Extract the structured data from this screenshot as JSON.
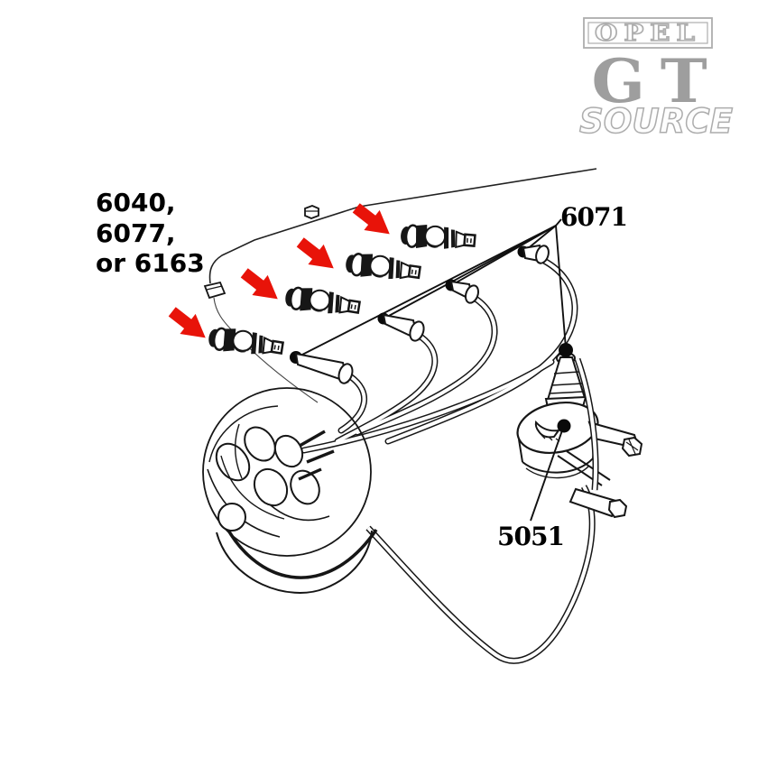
{
  "watermark": {
    "brand_top": "OPEL",
    "brand_mid": "GT",
    "brand_bottom": "SOURCE"
  },
  "callouts": {
    "spark_plugs": {
      "line1": "6040,",
      "line2": "6077,",
      "line3": "or 6163"
    },
    "wire_set": "6071",
    "coil": "5051"
  },
  "diagram": {
    "red_arrow_count": 4,
    "spark_plug_count": 4
  },
  "colors": {
    "ink": "#161616",
    "arrow_red": "#e81309",
    "watermark_gray": "#9e9e9e",
    "background": "#ffffff"
  }
}
